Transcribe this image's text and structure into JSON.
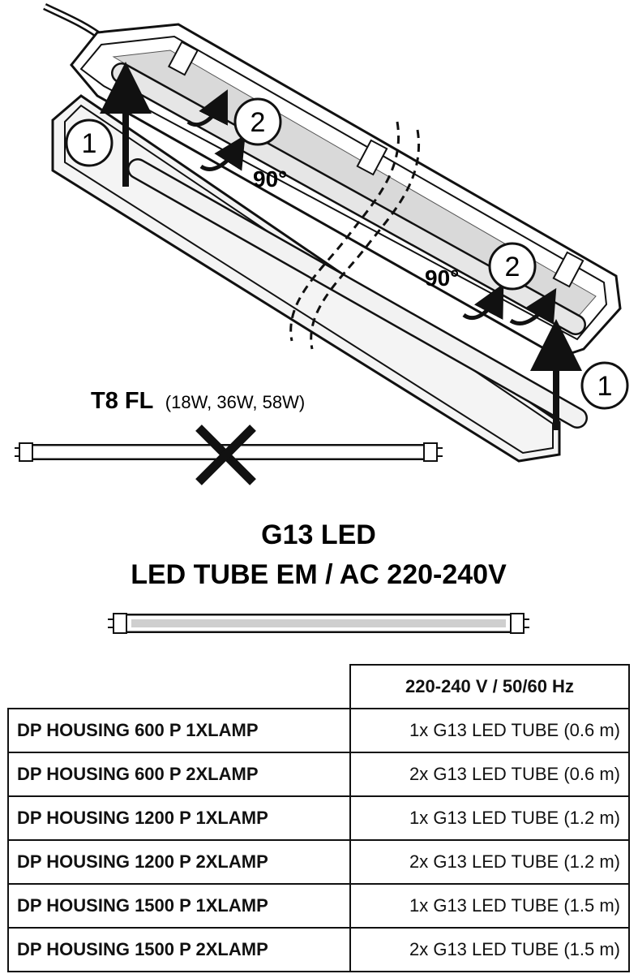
{
  "diagram": {
    "step_labels": [
      "1",
      "2",
      "2",
      "1"
    ],
    "angle_labels": [
      "90°",
      "90°"
    ],
    "fl_tube": {
      "title": "T8 FL",
      "wattages": "(18W, 36W, 58W)"
    },
    "led_heading": {
      "line1": "G13 LED",
      "line2": "LED TUBE EM / AC 220-240V"
    }
  },
  "table": {
    "header": "220-240 V  /  50/60 Hz",
    "rows": [
      {
        "model": "DP HOUSING 600 P 1XLAMP",
        "tube": "1x G13 LED TUBE (0.6 m)"
      },
      {
        "model": "DP HOUSING 600 P 2XLAMP",
        "tube": "2x G13 LED TUBE (0.6 m)"
      },
      {
        "model": "DP HOUSING 1200 P 1XLAMP",
        "tube": "1x G13 LED TUBE (1.2 m)"
      },
      {
        "model": "DP HOUSING 1200 P 2XLAMP",
        "tube": "2x G13 LED TUBE (1.2 m)"
      },
      {
        "model": "DP HOUSING 1500 P 1XLAMP",
        "tube": "1x G13 LED TUBE (1.5 m)"
      },
      {
        "model": "DP HOUSING 1500 P 2XLAMP",
        "tube": "2x G13 LED TUBE (1.5 m)"
      }
    ]
  }
}
